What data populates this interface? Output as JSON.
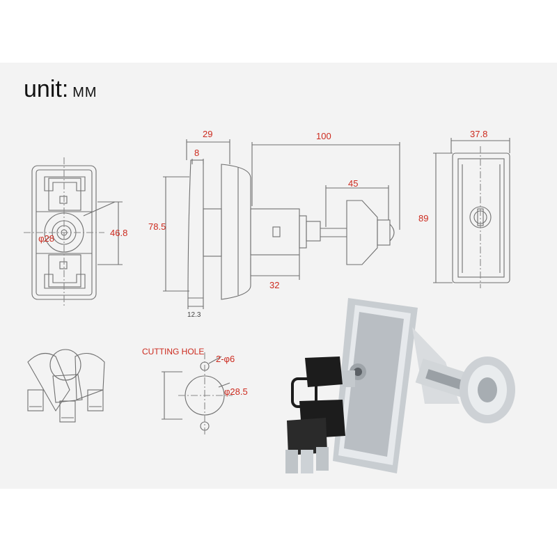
{
  "title": {
    "unit_label": "unit:",
    "unit_value": "MM"
  },
  "dimensions": {
    "front_diameter": "φ28",
    "front_height": "46.8",
    "side_total_width": "29",
    "side_flange": "8",
    "side_length": "100",
    "side_height": "78.5",
    "side_shaft": "45",
    "side_body": "32",
    "side_base": "12.3",
    "back_width": "37.8",
    "back_height": "89",
    "cutting_hole_label": "CUTTING HOLE",
    "hole_small": "2-φ6",
    "hole_large": "φ28.5"
  },
  "colors": {
    "panel_bg": "#f3f3f3",
    "dimension_text": "#cc2a1e",
    "line": "#6f6f6f",
    "chrome": "#cfd4d8",
    "key_black": "#1c1c1c"
  }
}
